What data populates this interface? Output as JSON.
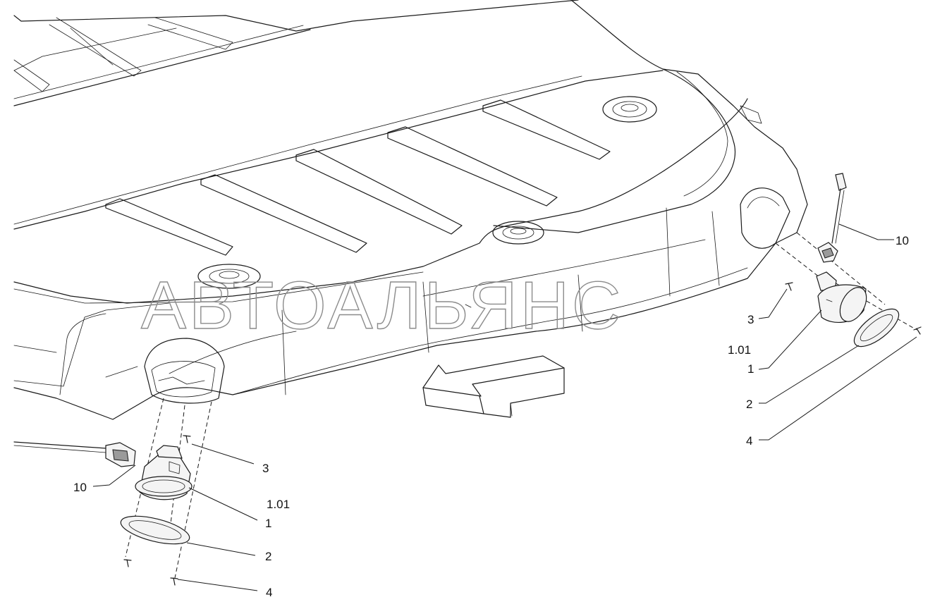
{
  "watermark": {
    "text": "АВТОАЛЬЯНС"
  },
  "callouts_left": {
    "harness": "10",
    "screw_top": "3",
    "lamp_ref": "1.01",
    "lamp": "1",
    "ring": "2",
    "screw_bottom": "4"
  },
  "callouts_right": {
    "harness": "10",
    "screw_top": "3",
    "lamp_ref": "1.01",
    "lamp": "1",
    "ring": "2",
    "screw_bottom": "4"
  },
  "direction_arrow": {
    "meaning": "forward-direction"
  }
}
